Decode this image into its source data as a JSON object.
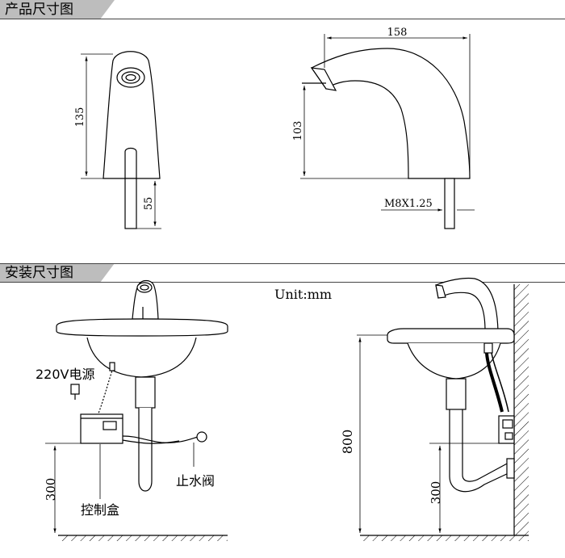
{
  "sections": {
    "product_title": "产品尺寸图",
    "install_title": "安装尺寸图"
  },
  "dimensions": {
    "front_height": "135",
    "stem_length": "55",
    "side_width": "158",
    "side_height": "103",
    "thread": "M8X1.25",
    "install_height": "800",
    "box_height_left": "300",
    "box_height_right": "300"
  },
  "labels": {
    "unit": "Unit:mm",
    "power": "220V电源",
    "valve": "止水阀",
    "control_box": "控制盒"
  }
}
